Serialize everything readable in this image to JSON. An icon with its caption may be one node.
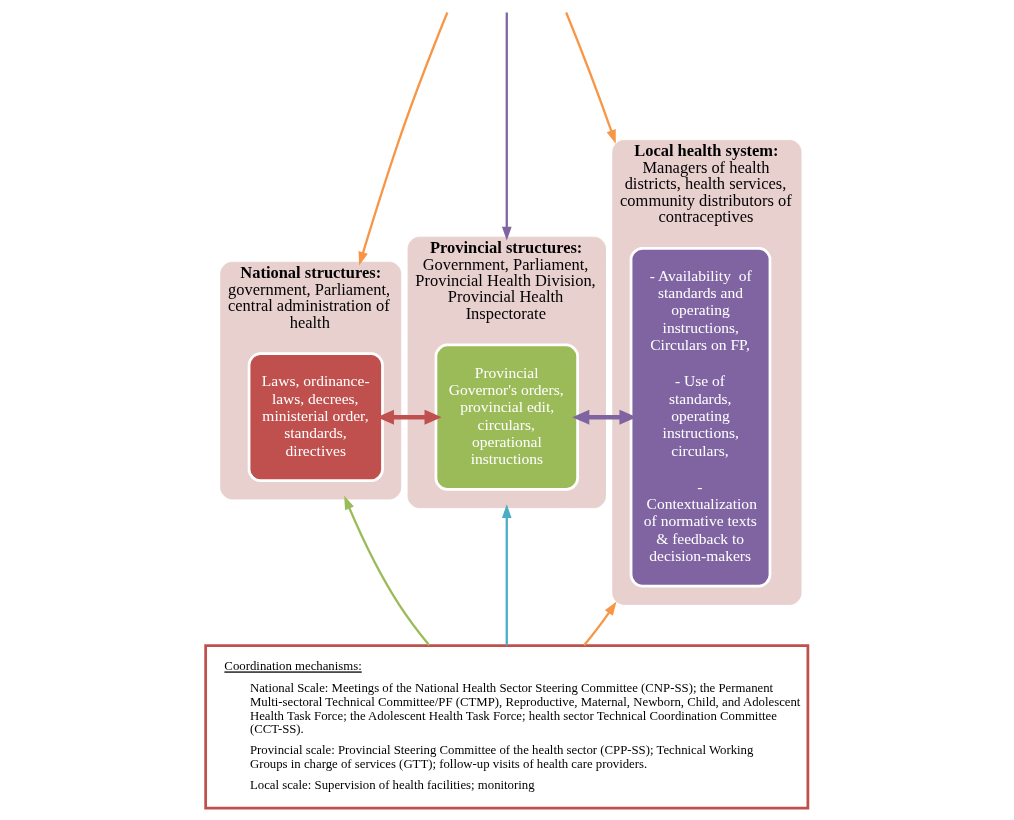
{
  "diagram": {
    "nodes": [
      {
        "text": [
          "National structures:",
          "government, Parliament, central administration of health"
        ]
      },
      {
        "text": [
          "Laws, ordinance-laws, decrees, ministerial order, standards, directives"
        ],
        "in": 0
      },
      {
        "text": [
          "Provincial structures:",
          "Government, Parliament, Provincial Health Division, Provincial Health Inspectorate"
        ]
      },
      {
        "text": [
          "Provincial Governor's orders, provincial edit, circulars, operational instructions"
        ],
        "in": 2
      },
      {
        "text": [
          "Local health system:",
          "Managers of health districts, health services, community distributors of contraceptives"
        ]
      },
      {
        "text": [
          "- Availability  of standards and operating instructions, Circulars on FP,",
          "- Use of standards, operating instructions, circulars,",
          "- Contextualization of normative texts & feedback to decision-makers"
        ],
        "in": 4
      },
      {
        "text": [
          "Coordination mechanisms:",
          "National Scale: Meetings of the National Health Sector Steering Committee (CNP-SS); the Permanent Multi-sectoral Technical Committee/PF (CTMP), Reproductive, Maternal, Newborn, Child, and Adolescent Health Task Force; the Adolescent Health Task Force; health sector Technical Coordination Committee (CCT-SS).",
          "Provincial scale: Provincial Steering Committee of the health sector (CPP-SS); Technical Working Groups in charge of services (GTT); follow-up visits of health care providers.",
          "Local scale: Supervision of health facilities; monitoring"
        ]
      }
    ],
    "edges": [
      {
        "from": null,
        "to": 0,
        "arrow": "to",
        "color": "#f79646"
      },
      {
        "from": null,
        "to": 2,
        "arrow": "to",
        "color": "#8064a2"
      },
      {
        "from": null,
        "to": 4,
        "arrow": "to",
        "color": "#f79646"
      },
      {
        "from": 1,
        "to": 3,
        "arrow": "both",
        "style": "thick",
        "color": "#c0504d"
      },
      {
        "from": 3,
        "to": 5,
        "arrow": "both",
        "style": "thick",
        "color": "#8064a2"
      },
      {
        "from": 6,
        "to": 0,
        "arrow": "to",
        "color": "#9bbb59"
      },
      {
        "from": 6,
        "to": 2,
        "arrow": "to",
        "color": "#4bacc6"
      },
      {
        "from": 6,
        "to": 4,
        "arrow": "to",
        "color": "#f79646"
      }
    ]
  }
}
